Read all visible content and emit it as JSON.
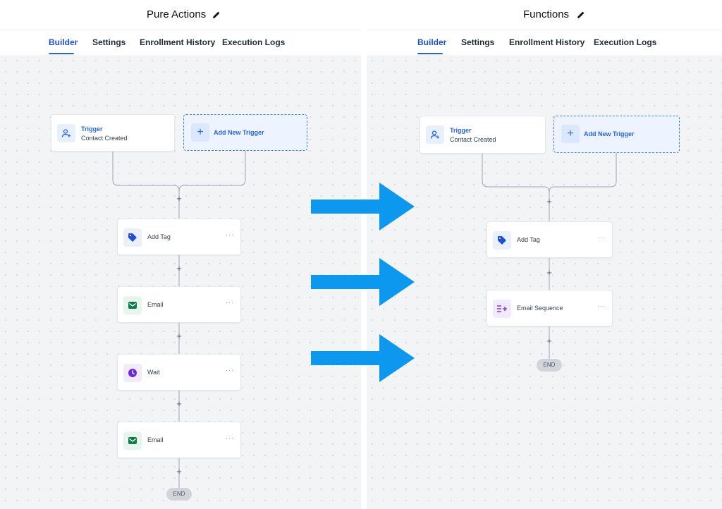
{
  "left": {
    "title": "Pure Actions",
    "tabs": [
      "Builder",
      "Settings",
      "Enrollment History",
      "Execution Logs"
    ],
    "trigger": {
      "title": "Trigger",
      "subtitle": "Contact Created"
    },
    "add_trigger_label": "Add New Trigger",
    "actions": [
      {
        "label": "Add Tag",
        "icon": "tag-icon"
      },
      {
        "label": "Email",
        "icon": "email-icon"
      },
      {
        "label": "Wait",
        "icon": "clock-icon"
      },
      {
        "label": "Email",
        "icon": "email-icon"
      }
    ],
    "end_label": "END"
  },
  "right": {
    "title": "Functions",
    "tabs": [
      "Builder",
      "Settings",
      "Enrollment History",
      "Execution Logs"
    ],
    "trigger": {
      "title": "Trigger",
      "subtitle": "Contact Created"
    },
    "add_trigger_label": "Add New Trigger",
    "actions": [
      {
        "label": "Add Tag",
        "icon": "tag-icon"
      },
      {
        "label": "Email Sequence",
        "icon": "sequence-icon"
      }
    ],
    "end_label": "END"
  },
  "more_label": "···",
  "plus_label": "+",
  "colors": {
    "accent": "#2563eb",
    "arrow": "#0b98ee",
    "tag": "#1d4ed8",
    "email": "#0f7a4a",
    "wait": "#6d28d9",
    "sequence": "#7c3aed"
  }
}
